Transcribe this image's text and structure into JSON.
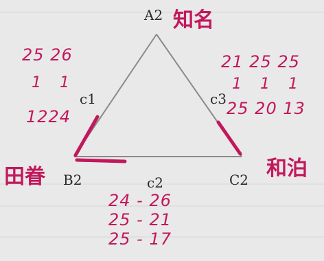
{
  "vertices": {
    "top": "A2",
    "left": "B2",
    "right": "C2"
  },
  "edges": {
    "left": "c1",
    "right": "c3",
    "bottom": "c2"
  },
  "handwritten": {
    "top_name": "知名",
    "left_name": "田眷",
    "right_name": "和泊",
    "c1_top": "25 26",
    "c1_bars": "1 1",
    "c1_bottom": "1224",
    "c3_top": "21 25 25",
    "c3_bars": "1 1 1",
    "c3_bottom": "25 20 13",
    "c2_lines": [
      "24 - 26",
      "25 - 21",
      "25 - 17"
    ]
  },
  "colors": {
    "paper": "#e9e9ea",
    "ink": "#2b2b2b",
    "pen": "#c2185b",
    "line": "#8a8a8a"
  }
}
